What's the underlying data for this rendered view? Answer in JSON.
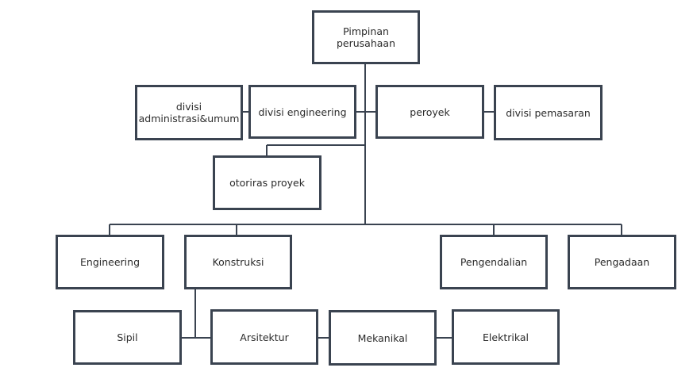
{
  "theme": {
    "border_color": "#3a4350",
    "line_color": "#3a4350",
    "text_color": "#2b2b2b"
  },
  "nodes": {
    "pimpinan": "Pimpinan perusahaan",
    "div_admin": "divisi administrasi&umum",
    "div_engineering": "divisi engineering",
    "peroyek": "peroyek",
    "div_pemasaran": "divisi pemasaran",
    "otoriras": "otoriras proyek",
    "engineering": "Engineering",
    "konstruksi": "Konstruksi",
    "pengendalian": "Pengendalian",
    "pengadaan": "Pengadaan",
    "sipil": "Sipil",
    "arsitektur": "Arsitektur",
    "mekanikal": "Mekanikal",
    "elektrikal": "Elektrikal"
  }
}
